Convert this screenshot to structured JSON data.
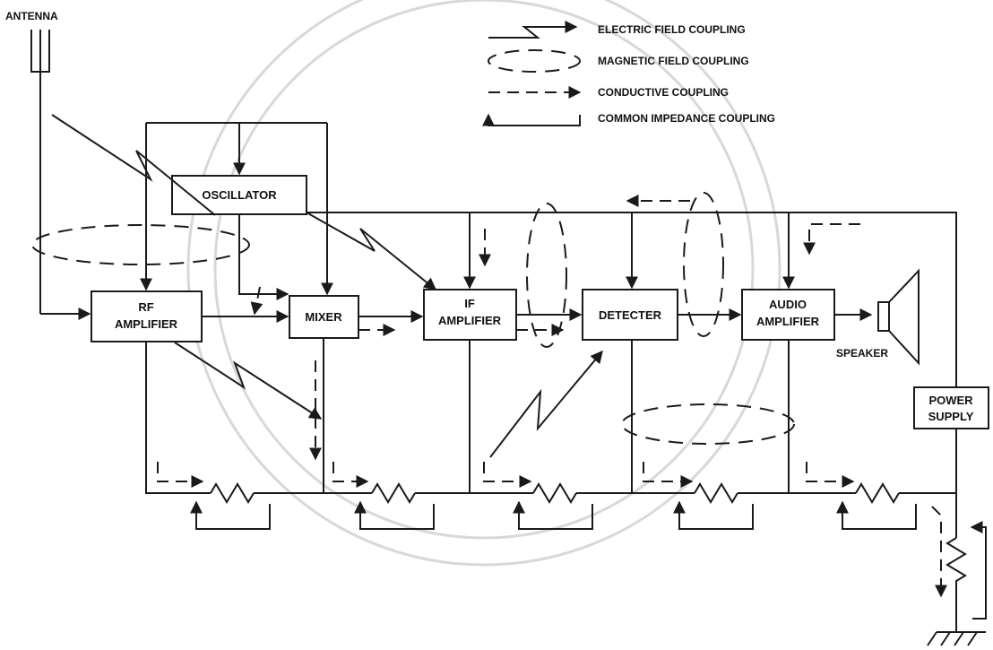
{
  "antenna_label": "ANTENNA",
  "speaker_label": "SPEAKER",
  "blocks": {
    "oscillator": [
      "OSCILLATOR"
    ],
    "rf_amplifier": [
      "RF",
      "AMPLIFIER"
    ],
    "mixer": [
      "MIXER"
    ],
    "if_amplifier": [
      "IF",
      "AMPLIFIER"
    ],
    "detecter": [
      "DETECTER"
    ],
    "audio_amplifier": [
      "AUDIO",
      "AMPLIFIER"
    ],
    "power_supply": [
      "POWER",
      "SUPPLY"
    ]
  },
  "legend": [
    "ELECTRIC FIELD COUPLING",
    "MAGNETIC FIELD COUPLING",
    "CONDUCTIVE COUPLING",
    "COMMON IMPEDANCE COUPLING"
  ],
  "colors": {
    "line": "#1a1a1a",
    "text": "#111111",
    "watermark": "#d8d8d8"
  }
}
